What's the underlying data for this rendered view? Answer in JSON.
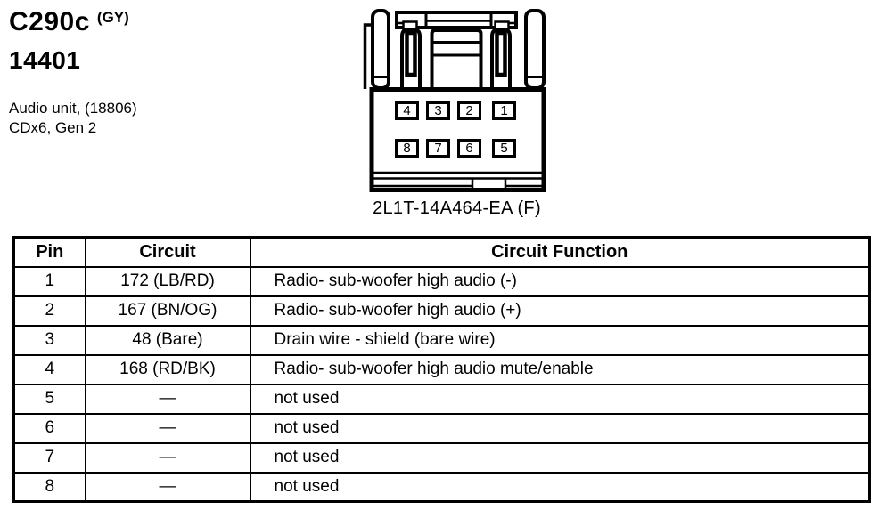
{
  "page": {
    "background": "#ffffff",
    "ink": "#000000"
  },
  "header": {
    "connector_id": "C290c",
    "connector_color": "(GY)",
    "part_number": "14401",
    "description_line1": "Audio unit, (18806)",
    "description_line2": "CDx6, Gen 2"
  },
  "connector": {
    "caption": "2L1T-14A464-EA (F)",
    "pin_rows": [
      [
        "4",
        "3",
        "2",
        "1"
      ],
      [
        "8",
        "7",
        "6",
        "5"
      ]
    ]
  },
  "table": {
    "columns": [
      "Pin",
      "Circuit",
      "Circuit Function"
    ],
    "rows": [
      {
        "pin": "1",
        "circuit": "172 (LB/RD)",
        "function": "Radio- sub-woofer high audio (-)"
      },
      {
        "pin": "2",
        "circuit": "167 (BN/OG)",
        "function": "Radio- sub-woofer high audio (+)"
      },
      {
        "pin": "3",
        "circuit": "48 (Bare)",
        "function": "Drain wire - shield (bare wire)"
      },
      {
        "pin": "4",
        "circuit": "168 (RD/BK)",
        "function": "Radio- sub-woofer high audio mute/enable"
      },
      {
        "pin": "5",
        "circuit": "—",
        "function": "not used"
      },
      {
        "pin": "6",
        "circuit": "—",
        "function": "not used"
      },
      {
        "pin": "7",
        "circuit": "—",
        "function": "not used"
      },
      {
        "pin": "8",
        "circuit": "—",
        "function": "not used"
      }
    ]
  }
}
